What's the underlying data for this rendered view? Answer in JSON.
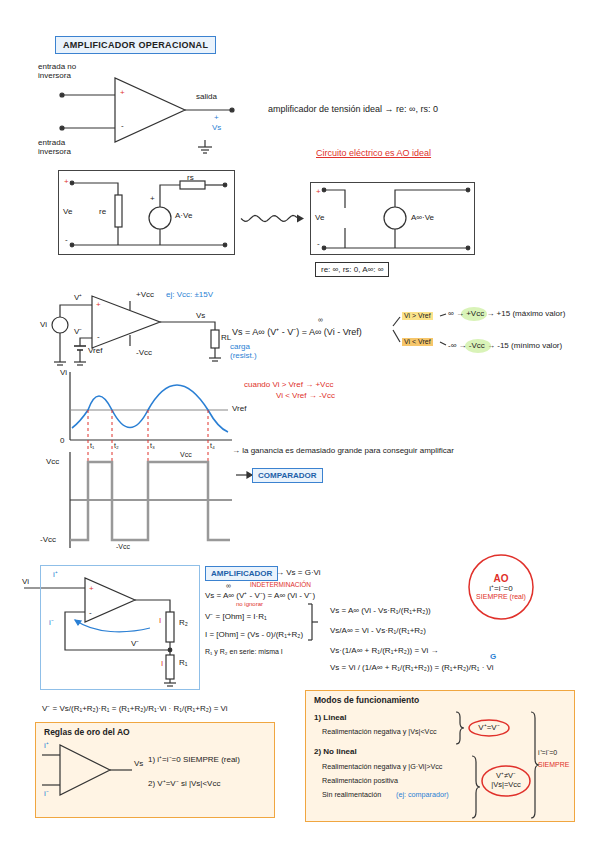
{
  "diagram": {
    "title": "AMPLIFICADOR OPERACIONAL",
    "nodes": [
      {
        "text": [
          "+",
          "Ve",
          "-",
          "re",
          "rs",
          "+",
          "A·Ve"
        ]
      },
      {
        "text": [
          "+",
          "Ve",
          "-",
          "A∞·Ve"
        ]
      },
      {
        "text": [
          "re: ∞, rs: 0, A∞: ∞"
        ]
      },
      {
        "text": [
          "COMPARADOR"
        ]
      },
      {
        "text": [
          "i⁺",
          "+",
          "-",
          "i⁻",
          "R₂",
          "I",
          "V⁻",
          "I",
          "R₁"
        ]
      },
      {
        "text": [
          "AMPLIFICADOR"
        ]
      },
      {
        "text": [
          "AO",
          "i⁺=i⁻=0",
          "SIEMPRE (real)"
        ]
      },
      {
        "text": [
          "Reglas de oro del AO",
          "i⁺",
          "i⁻",
          "Vs",
          "1) i⁺=i⁻=0 SIEMPRE (real)",
          "2) V⁺=V⁻ si |Vs|<Vcc"
        ]
      },
      {
        "text": [
          "Modos de funcionamiento",
          "1) Lineal",
          "Realimentación negativa y |Vs|<Vcc",
          "2) No lineal",
          "Realimentación negativa y |G·Vi|>Vcc",
          "Realimentación positiva",
          "Sin realimentación",
          "(ej: comparador)",
          "i⁺=i⁻=0",
          "SIEMPRE"
        ]
      },
      {
        "text": [
          "V⁺=V⁻"
        ],
        "in": 8
      },
      {
        "text": [
          "V⁺≠V⁻",
          "|Vs|=Vcc"
        ],
        "in": 8
      }
    ],
    "edges": [
      {
        "from": 0,
        "to": 1,
        "arrow": "to"
      }
    ],
    "labels": [
      "entrada no inversora",
      "entrada inversora",
      "+",
      "-",
      "salida",
      "+",
      "Vs",
      "amplificador de tensión ideal → re: ∞, rs: 0",
      "Circuito eléctrico es AO ideal",
      "+Vcc",
      "ej: Vcc: ±15V",
      "V⁺",
      "+",
      "-",
      "V⁻",
      "Vi",
      "Vref",
      "-Vcc",
      "Vs",
      "RL",
      "carga (resist.)",
      "∞",
      "Vs = A∞ (V⁺ - V⁻) = A∞ (Vi - Vref)",
      "Vi > Vref",
      "Vi < Vref",
      "∞ → +Vcc → +15 (máximo valor)",
      "-∞ → -Vcc → -15 (mínimo valor)",
      "Vi",
      "Vref",
      "0",
      "t₁",
      "t₂",
      "t₃",
      "t₄",
      "cuando Vi > Vref → +Vcc",
      "Vi < Vref → -Vcc",
      "→ la ganancia es demasiado grande para conseguir amplificar",
      "Vcc",
      "-Vcc",
      "Vcc",
      "-Vcc",
      "Vi",
      "→ Vs = G·Vi",
      "∞",
      "INDETERMINACIÓN",
      "Vs = A∞ (V⁺ - V⁻) = A∞ (Vi - V⁻)",
      "no ignorar",
      "V⁻ = [Ohm] = I·R₁",
      "I = [Ohm] = (Vs - 0)/(R₁+R₂)",
      "Vs = A∞ (Vi - Vs·R₁/(R₁+R₂))",
      "Vs/A∞ = Vi - Vs·R₁/(R₁+R₂)",
      "Vs·(1/A∞ + R₁/(R₁+R₂)) = Vi →",
      "Vs = Vi / (1/A∞ + R₁/(R₁+R₂)) = (R₁+R₂)/R₁ · Vi",
      "G",
      "R₁ y R₂ en serie: misma I",
      "V⁻ = Vs/(R₁+R₂)·R₁ = (R₁+R₂)/R₁·Vi · R₁/(R₁+R₂) = Vi"
    ]
  }
}
